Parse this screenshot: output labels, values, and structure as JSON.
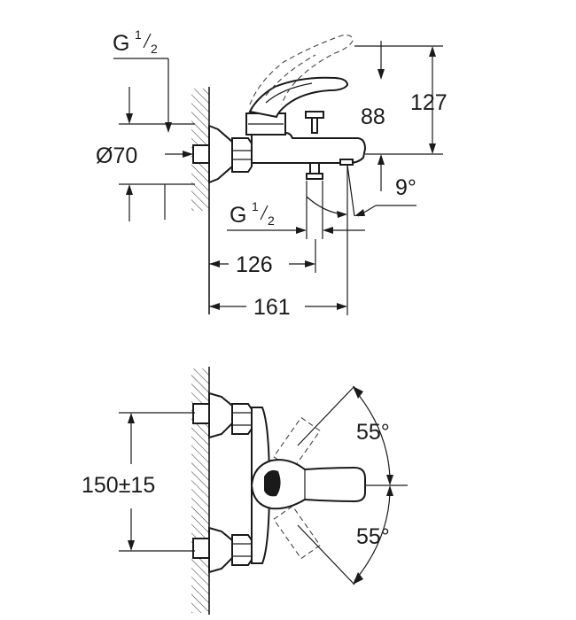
{
  "labels": {
    "g_top_main": "G",
    "g_top_num": "1",
    "g_top_den": "2",
    "dia": "Ø70",
    "d127": "127",
    "d88": "88",
    "angle9": "9°",
    "g_bot_main": "G",
    "g_bot_num": "1",
    "g_bot_den": "2",
    "d126": "126",
    "d161": "161",
    "d150": "150±15",
    "angle55_top": "55°",
    "angle55_bot": "55°"
  }
}
